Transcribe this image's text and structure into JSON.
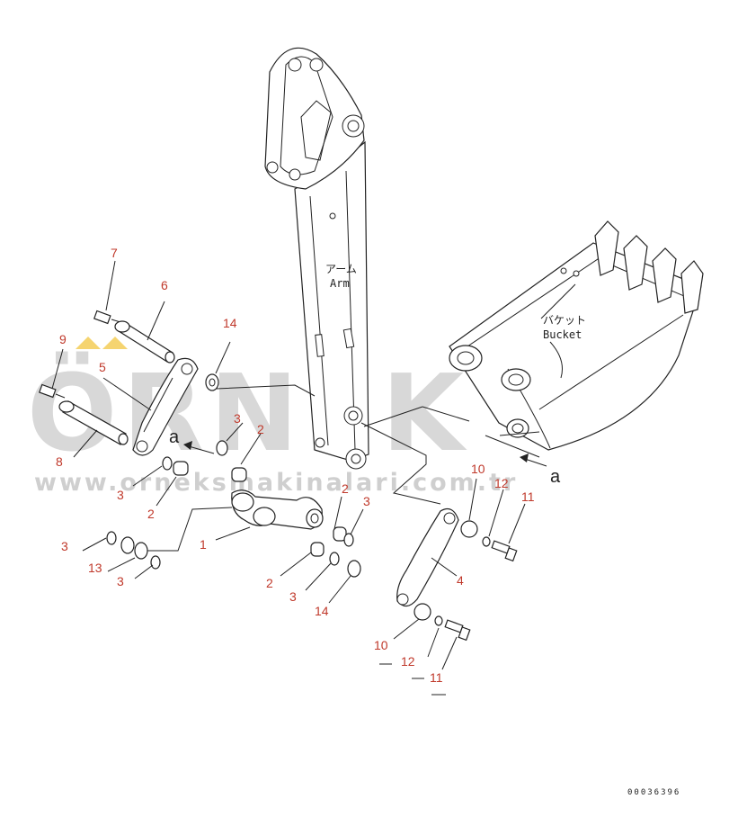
{
  "diagram": {
    "callouts": [
      {
        "id": "c7",
        "text": "7"
      },
      {
        "id": "c6",
        "text": "6"
      },
      {
        "id": "c9",
        "text": "9"
      },
      {
        "id": "c5",
        "text": "5"
      },
      {
        "id": "c14a",
        "text": "14"
      },
      {
        "id": "c3a",
        "text": "3"
      },
      {
        "id": "c2a",
        "text": "2"
      },
      {
        "id": "c8",
        "text": "8"
      },
      {
        "id": "c3b",
        "text": "3"
      },
      {
        "id": "c2b",
        "text": "2"
      },
      {
        "id": "c2c",
        "text": "2"
      },
      {
        "id": "c3c",
        "text": "3"
      },
      {
        "id": "c1",
        "text": "1"
      },
      {
        "id": "c3d",
        "text": "3"
      },
      {
        "id": "c13",
        "text": "13"
      },
      {
        "id": "c3e",
        "text": "3"
      },
      {
        "id": "c2d",
        "text": "2"
      },
      {
        "id": "c3f",
        "text": "3"
      },
      {
        "id": "c14b",
        "text": "14"
      },
      {
        "id": "c10a",
        "text": "10"
      },
      {
        "id": "c12a",
        "text": "12"
      },
      {
        "id": "c11a",
        "text": "11"
      },
      {
        "id": "c4",
        "text": "4"
      },
      {
        "id": "c10b",
        "text": "10"
      },
      {
        "id": "c12b",
        "text": "12"
      },
      {
        "id": "c11b",
        "text": "11"
      }
    ],
    "labels": {
      "arm_jp": "アーム",
      "arm_en": "Arm",
      "bucket_jp": "バケット",
      "bucket_en": "Bucket",
      "view_left": "a",
      "view_right": "a",
      "drawing_code": "00036396"
    },
    "colors": {
      "callout": "#c0392b",
      "line": "#222222",
      "watermark": "#d8d8d8",
      "watermark_accent": "#f2c94c"
    }
  },
  "watermark": {
    "brand": "ÖRNEK",
    "url": "www.orneksmakinalari.com.tr"
  }
}
